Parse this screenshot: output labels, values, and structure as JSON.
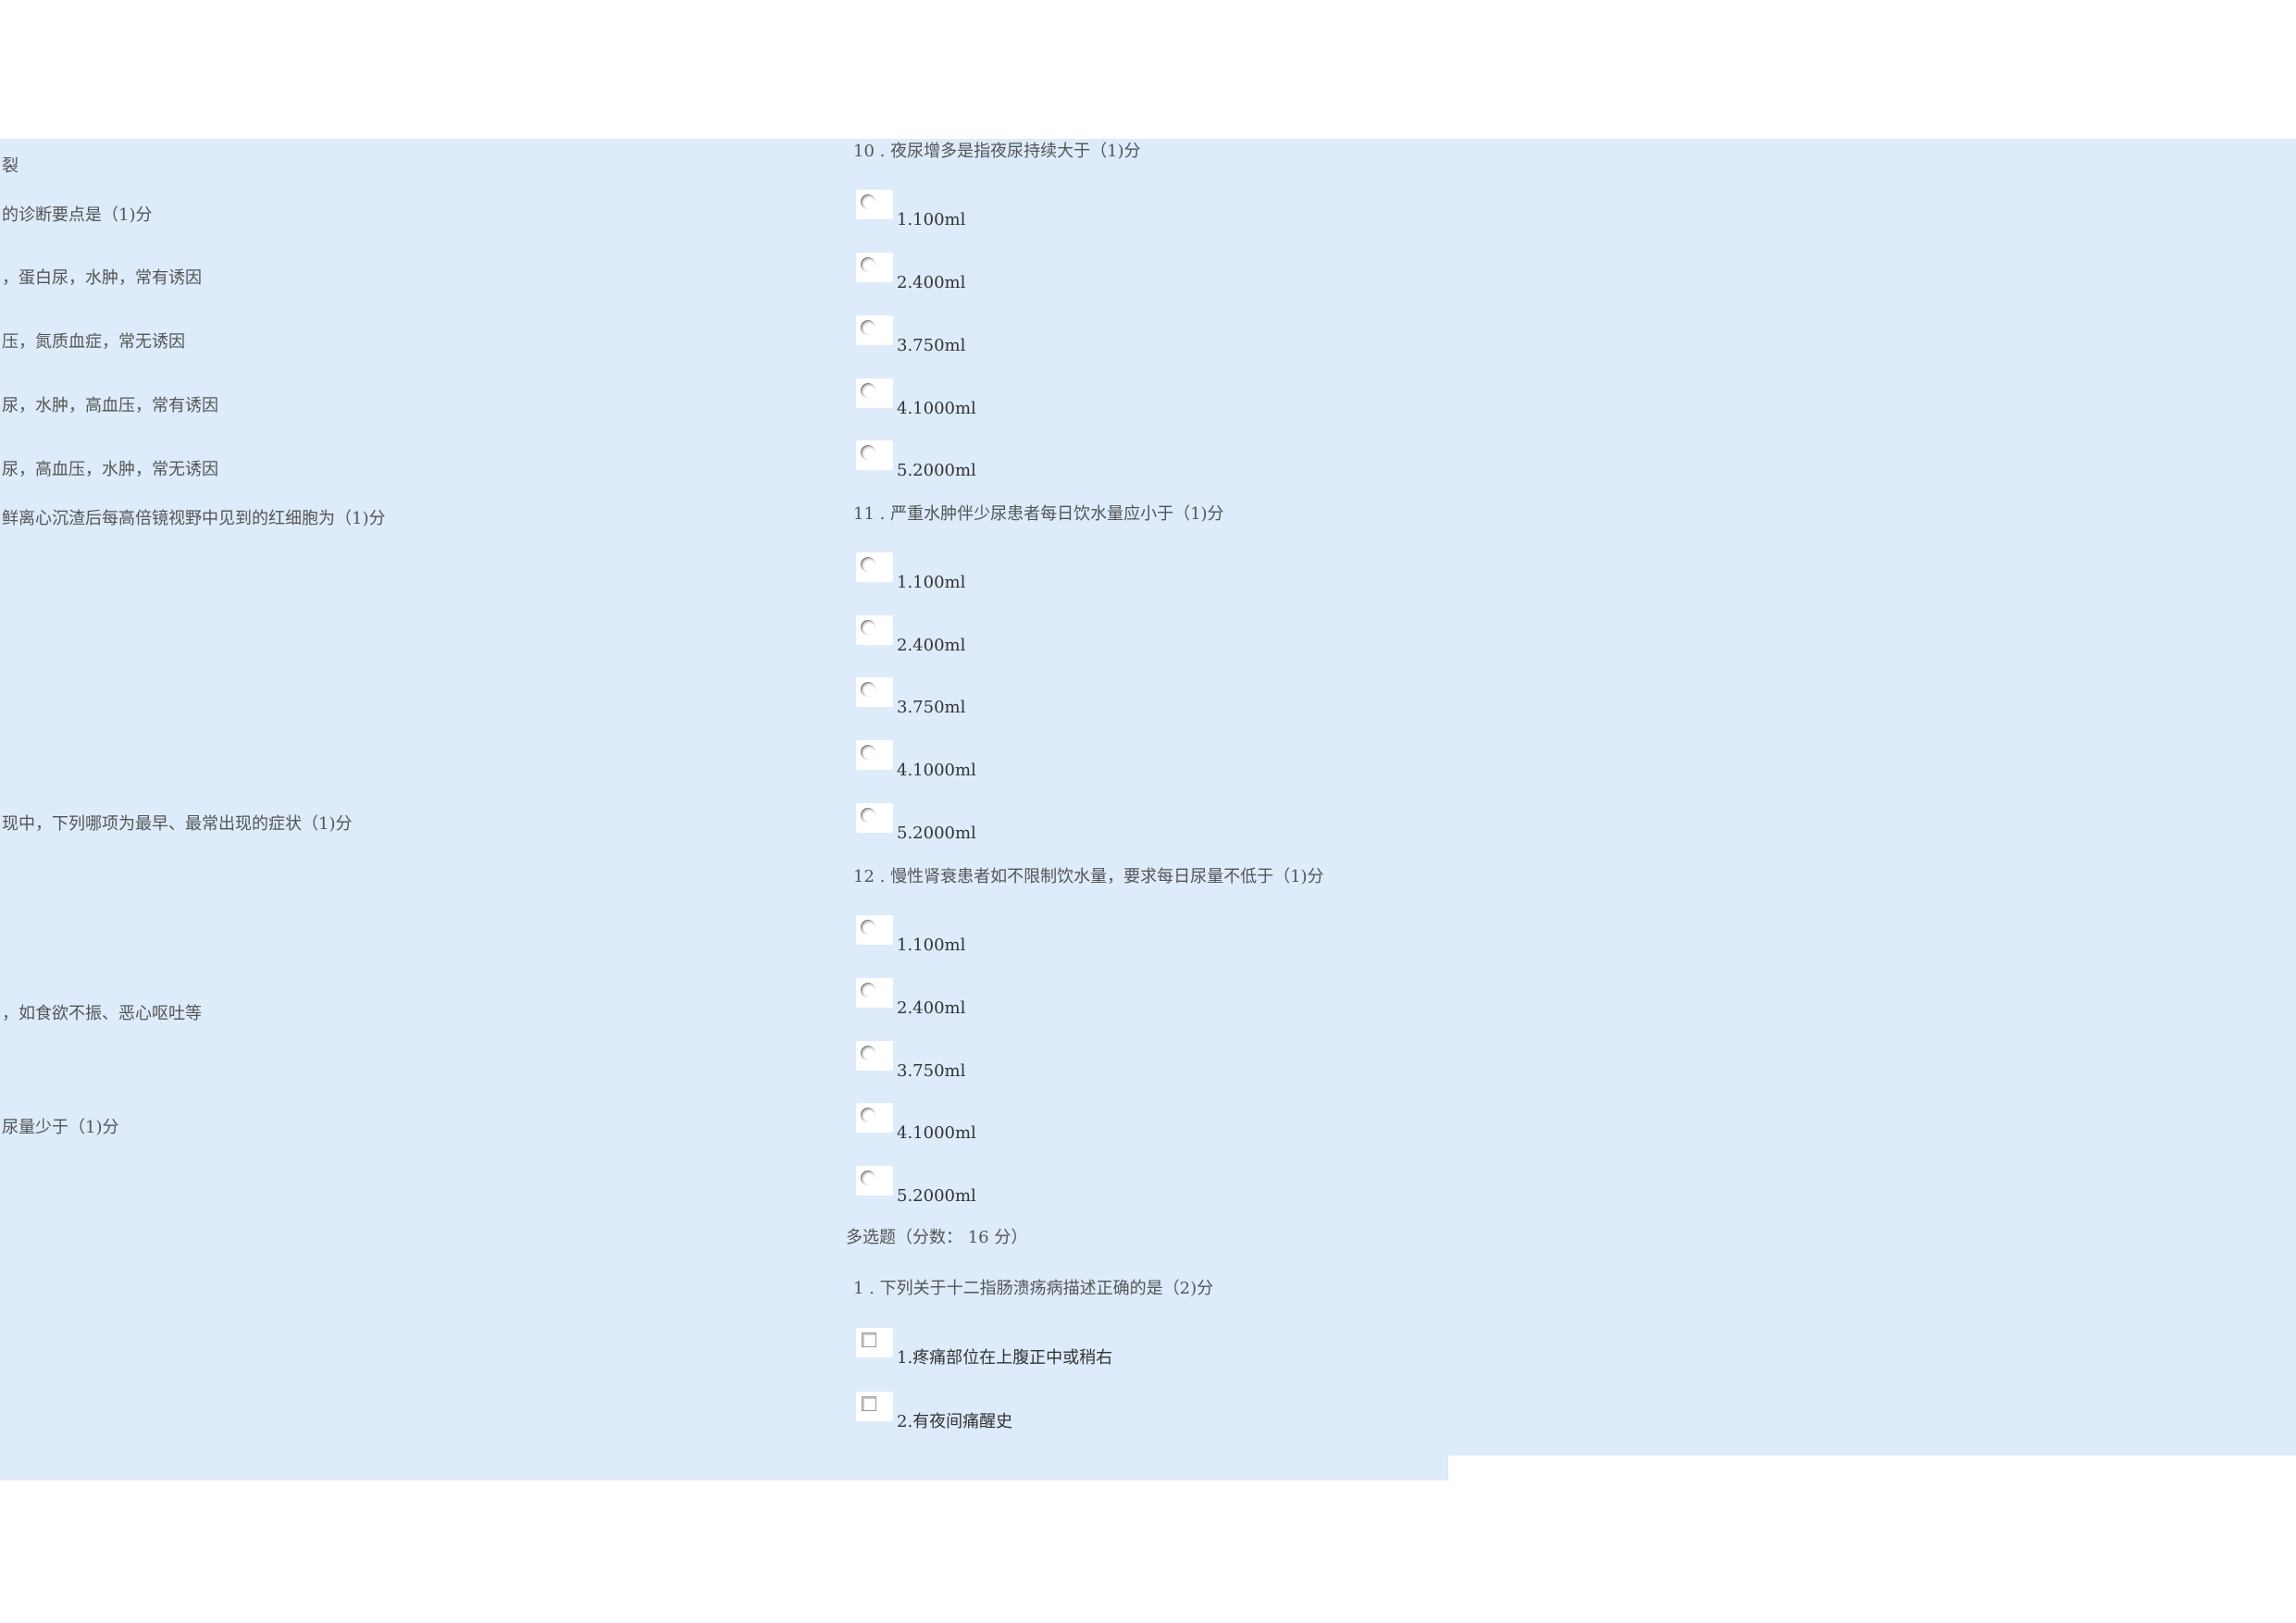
{
  "left_column": [
    "裂",
    "的诊断要点是（1)分",
    "，蛋白尿，水肿，常有诱因",
    "压，氮质血症，常无诱因",
    "尿，水肿，高血压，常有诱因",
    "尿，高血压，水肿，常无诱因",
    "鲜离心沉渣后每高倍镜视野中见到的红细胞为（1)分",
    "现中，下列哪项为最早、最常出现的症状（1)分",
    "，如食欲不振、恶心呕吐等",
    "尿量少于（1)分"
  ],
  "questions": [
    {
      "title": "10 . 夜尿增多是指夜尿持续大于（1)分",
      "type": "radio",
      "options": [
        "1.100ml",
        "2.400ml",
        "3.750ml",
        "4.1000ml",
        "5.2000ml"
      ]
    },
    {
      "title": "11 . 严重水肿伴少尿患者每日饮水量应小于（1)分",
      "type": "radio",
      "options": [
        "1.100ml",
        "2.400ml",
        "3.750ml",
        "4.1000ml",
        "5.2000ml"
      ]
    },
    {
      "title": "12 . 慢性肾衰患者如不限制饮水量，要求每日尿量不低于（1)分",
      "type": "radio",
      "options": [
        "1.100ml",
        "2.400ml",
        "3.750ml",
        "4.1000ml",
        "5.2000ml"
      ]
    }
  ],
  "multi_section": {
    "title": "多选题（分数： 16 分）",
    "question": {
      "title": "1 . 下列关于十二指肠溃疡病描述正确的是（2)分",
      "type": "checkbox",
      "options": [
        "1.疼痛部位在上腹正中或稍右",
        "2.有夜间痛醒史"
      ]
    }
  },
  "colors": {
    "panel_background": "#ddebfa",
    "page_background": "#ffffff",
    "text": "#555555"
  }
}
